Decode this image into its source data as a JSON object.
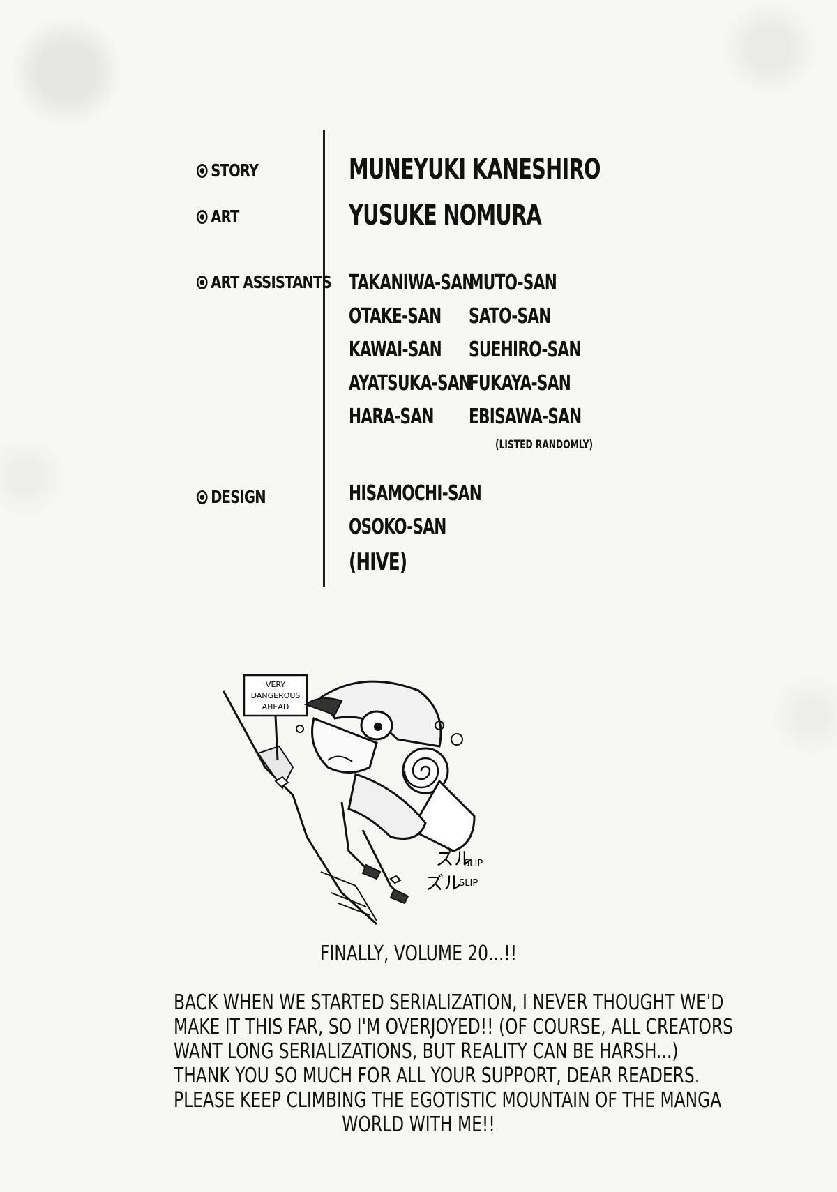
{
  "credits": {
    "story": {
      "role": "STORY",
      "name": "MUNEYUKI KANESHIRO"
    },
    "art": {
      "role": "ART",
      "name": "YUSUKE NOMURA"
    },
    "assistants": {
      "role": "ART ASSISTANTS",
      "left": [
        "TAKANIWA-SAN",
        "OTAKE-SAN",
        "KAWAI-SAN",
        "AYATSUKA-SAN",
        "HARA-SAN"
      ],
      "right": [
        "MUTO-SAN",
        "SATO-SAN",
        "SUEHIRO-SAN",
        "FUKAYA-SAN",
        "EBISAWA-SAN"
      ],
      "note": "(LISTED RANDOMLY)"
    },
    "design": {
      "role": "DESIGN",
      "names": [
        "HISAMOCHI-SAN",
        "OSOKO-SAN",
        "(HIVE)"
      ]
    }
  },
  "illustration": {
    "sign_lines": [
      "VERY",
      "DANGEROUS",
      "AHEAD"
    ],
    "sfx_top": "SLIP",
    "sfx_bottom": "SLIP"
  },
  "message": {
    "headline": "FINALLY, VOLUME 20...!!",
    "lines": [
      "BACK WHEN WE STARTED SERIALIZATION, I NEVER THOUGHT WE'D",
      "MAKE IT THIS FAR, SO I'M OVERJOYED!! (OF COURSE, ALL CREATORS",
      "WANT LONG SERIALIZATIONS, BUT REALITY CAN BE HARSH...)",
      "THANK YOU SO MUCH FOR ALL YOUR SUPPORT, DEAR READERS.",
      "PLEASE KEEP CLIMBING THE EGOTISTIC MOUNTAIN OF THE MANGA",
      "WORLD WITH ME!!"
    ]
  }
}
